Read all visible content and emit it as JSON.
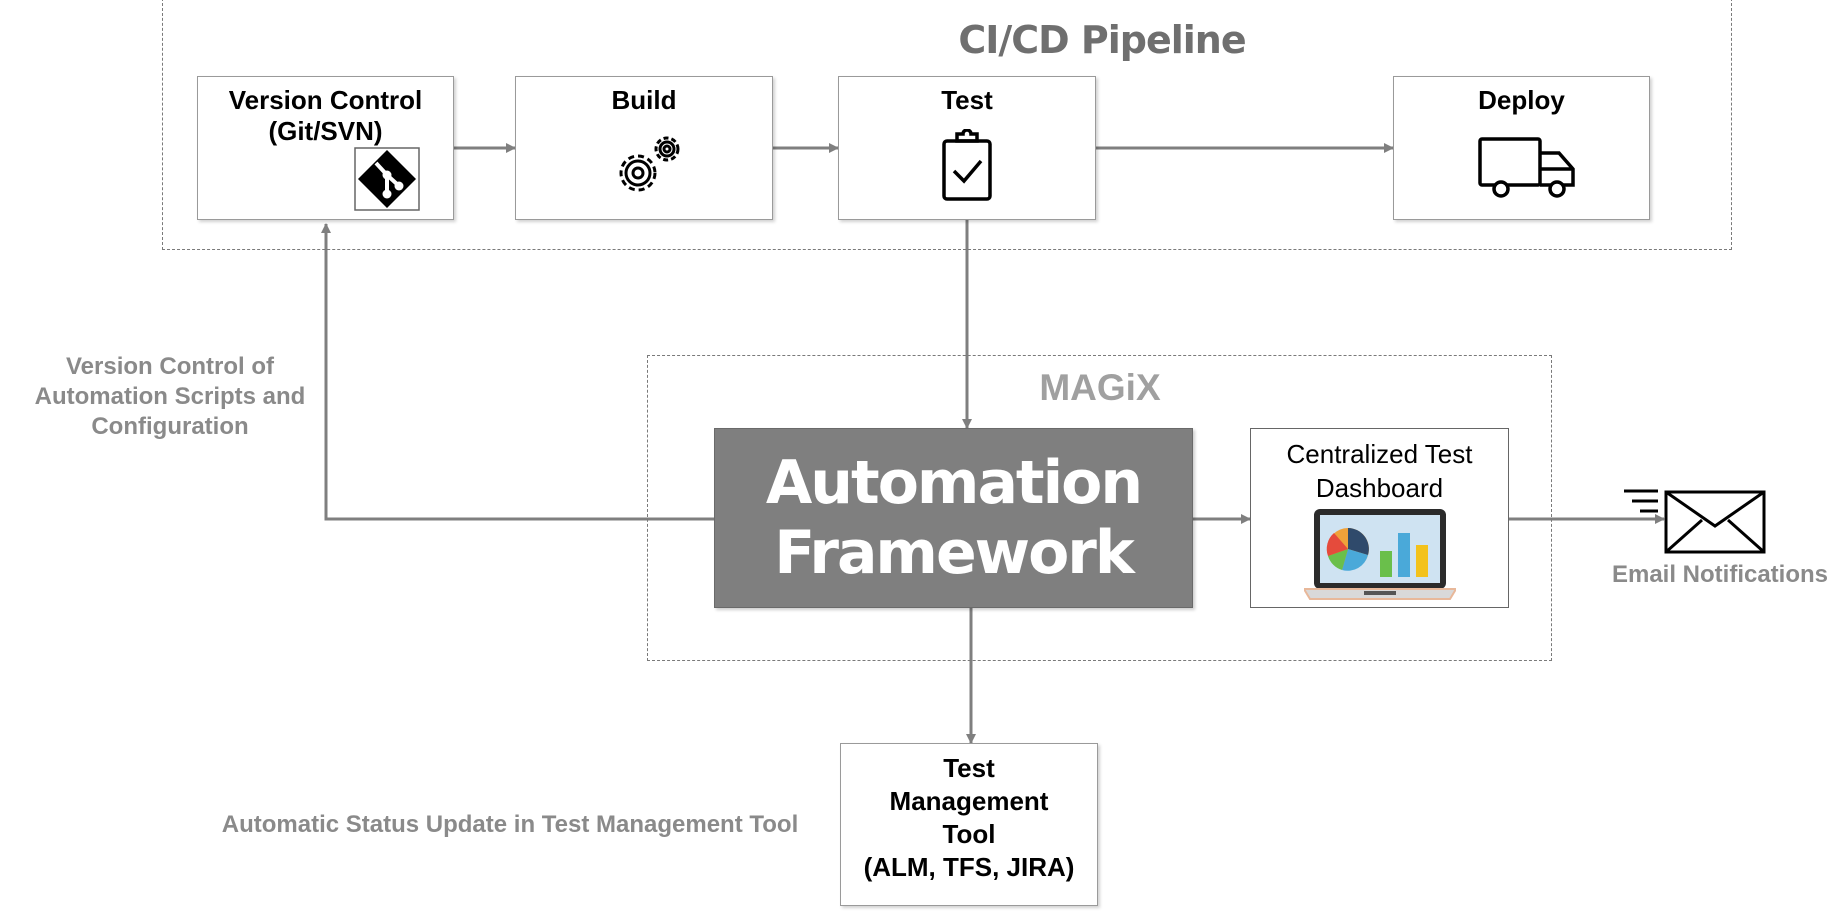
{
  "pipeline": {
    "title": "CI/CD Pipeline",
    "stages": {
      "version_control": "Version Control\n(Git/SVN)",
      "build": "Build",
      "test": "Test",
      "deploy": "Deploy"
    }
  },
  "magix": {
    "title": "MAGiX",
    "framework": "Automation\nFramework",
    "dashboard": "Centralized Test\nDashboard"
  },
  "test_management": "Test\nManagement\nTool\n(ALM, TFS, JIRA)",
  "labels": {
    "version_control_note": "Version Control of\nAutomation Scripts and\nConfiguration",
    "status_update_note": "Automatic Status Update in Test Management Tool",
    "email_notifications": "Email Notifications"
  },
  "icons": [
    "git-icon",
    "gears-icon",
    "clipboard-check-icon",
    "delivery-truck-icon",
    "laptop-chart-icon",
    "envelope-icon"
  ],
  "colors": {
    "connector": "#7f7f7f",
    "framework_fill": "#7f7f7f",
    "group_title": "#6f6f6f",
    "note_text": "#8a8a8a"
  }
}
